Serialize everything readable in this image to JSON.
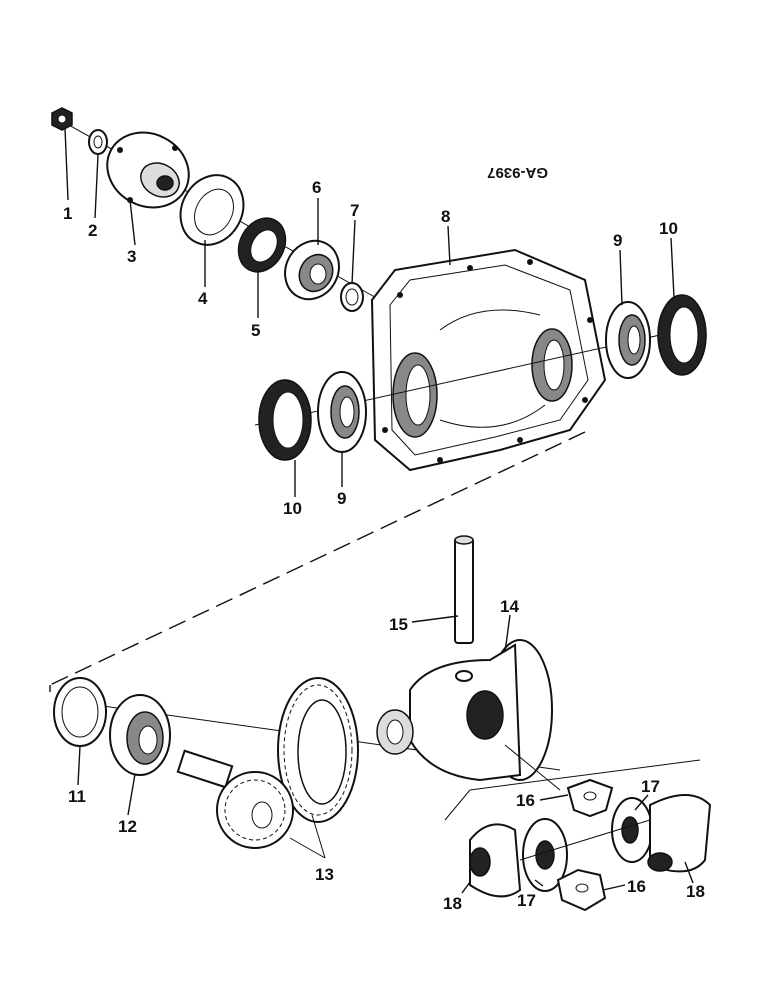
{
  "drawing_code": "GA-9397",
  "parts": [
    {
      "id": "p1",
      "number": "1"
    },
    {
      "id": "p2",
      "number": "2"
    },
    {
      "id": "p3",
      "number": "3"
    },
    {
      "id": "p4",
      "number": "4"
    },
    {
      "id": "p5",
      "number": "5"
    },
    {
      "id": "p6",
      "number": "6"
    },
    {
      "id": "p7",
      "number": "7"
    },
    {
      "id": "p8",
      "number": "8"
    },
    {
      "id": "p9a",
      "number": "9"
    },
    {
      "id": "p10a",
      "number": "10"
    },
    {
      "id": "p9b",
      "number": "9"
    },
    {
      "id": "p10b",
      "number": "10"
    },
    {
      "id": "p11",
      "number": "11"
    },
    {
      "id": "p12",
      "number": "12"
    },
    {
      "id": "p13",
      "number": "13"
    },
    {
      "id": "p14",
      "number": "14"
    },
    {
      "id": "p15",
      "number": "15"
    },
    {
      "id": "p16a",
      "number": "16"
    },
    {
      "id": "p16b",
      "number": "16"
    },
    {
      "id": "p17a",
      "number": "17"
    },
    {
      "id": "p17b",
      "number": "17"
    },
    {
      "id": "p18a",
      "number": "18"
    },
    {
      "id": "p18b",
      "number": "18"
    }
  ]
}
